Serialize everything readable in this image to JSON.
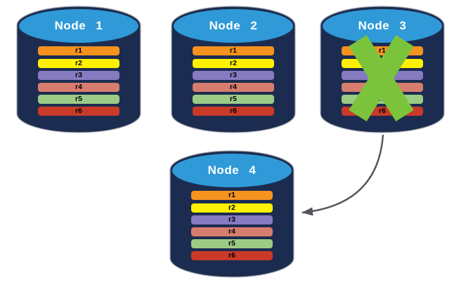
{
  "diagram": {
    "background": "#FFFFFF",
    "nodes": [
      {
        "label": "Node 1",
        "failed": false,
        "rows": [
          {
            "label": "r1",
            "color": "#F6921E"
          },
          {
            "label": "r2",
            "color": "#FFF100"
          },
          {
            "label": "r3",
            "color": "#867AC0"
          },
          {
            "label": "r4",
            "color": "#D77D6E"
          },
          {
            "label": "r5",
            "color": "#9CCB85"
          },
          {
            "label": "r6",
            "color": "#C93A28"
          }
        ]
      },
      {
        "label": "Node 2",
        "failed": false,
        "rows": [
          {
            "label": "r1",
            "color": "#F6921E"
          },
          {
            "label": "r2",
            "color": "#FFF100"
          },
          {
            "label": "r3",
            "color": "#867AC0"
          },
          {
            "label": "r4",
            "color": "#D77D6E"
          },
          {
            "label": "r5",
            "color": "#9CCB85"
          },
          {
            "label": "r6",
            "color": "#C93A28"
          }
        ]
      },
      {
        "label": "Node 3",
        "failed": true,
        "rows": [
          {
            "label": "r1",
            "color": "#F6921E"
          },
          {
            "label": "r2",
            "color": "#FFF100"
          },
          {
            "label": "r3",
            "color": "#867AC0"
          },
          {
            "label": "r4",
            "color": "#D77D6E"
          },
          {
            "label": "r5",
            "color": "#9CCB85"
          },
          {
            "label": "r6",
            "color": "#C93A28"
          }
        ]
      },
      {
        "label": "Node 4",
        "failed": false,
        "rows": [
          {
            "label": "r1",
            "color": "#F6921E"
          },
          {
            "label": "r2",
            "color": "#FFF100"
          },
          {
            "label": "r3",
            "color": "#867AC0"
          },
          {
            "label": "r4",
            "color": "#D77D6E"
          },
          {
            "label": "r5",
            "color": "#9CCB85"
          },
          {
            "label": "r6",
            "color": "#C93A28"
          }
        ]
      }
    ],
    "arrow": {
      "from": "Node 3",
      "to": "Node 4"
    },
    "colors": {
      "cylinder_body": "#1C2C50",
      "cylinder_top": "#2F9AD7",
      "cylinder_outline": "#A8ACB4",
      "x_mark": "#7CC33C",
      "arrow": "#54555A",
      "row_text": "#000000",
      "title_text": "#FFFFFF"
    }
  }
}
